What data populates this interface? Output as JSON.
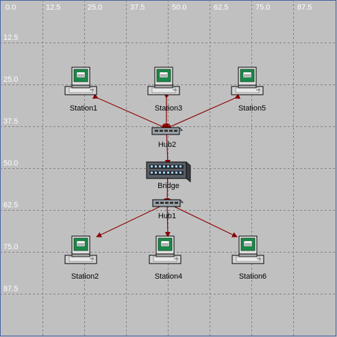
{
  "ruler": {
    "x_ticks": [
      "0.0",
      "12.5",
      "25.0",
      "37.5",
      "50.0",
      "62.5",
      "75.0",
      "87.5"
    ],
    "y_ticks": [
      "12.5",
      "25.0",
      "37.5",
      "50.0",
      "62.5",
      "75.0",
      "87.5"
    ]
  },
  "nodes": {
    "station1": "Station1",
    "station3": "Station3",
    "station5": "Station5",
    "hub2": "Hub2",
    "bridge": "Bridge",
    "hub1": "Hub1",
    "station2": "Station2",
    "station4": "Station4",
    "station6": "Station6"
  },
  "links": [
    [
      "station1",
      "hub2"
    ],
    [
      "station3",
      "hub2"
    ],
    [
      "station5",
      "hub2"
    ],
    [
      "hub2",
      "bridge"
    ],
    [
      "bridge",
      "hub1"
    ],
    [
      "hub1",
      "station2"
    ],
    [
      "hub1",
      "station4"
    ],
    [
      "hub1",
      "station6"
    ]
  ],
  "colors": {
    "background": "#c0c0c0",
    "grid": "#808080",
    "link": "#8b0000",
    "screen": "#1a8a4a"
  }
}
